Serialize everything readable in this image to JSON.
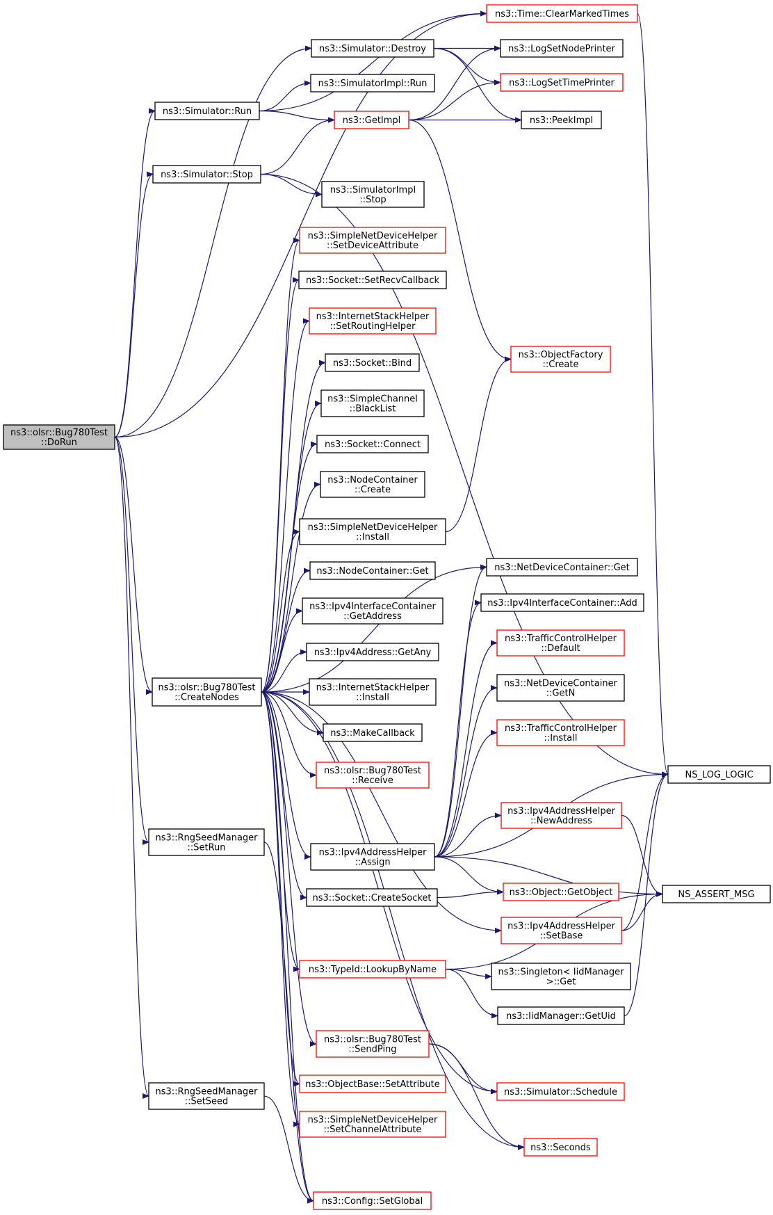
{
  "diagram": {
    "nodes": [
      {
        "id": "dorun",
        "lines": [
          "ns3::olsr::Bug780Test",
          "::DoRun"
        ],
        "style": "root"
      },
      {
        "id": "clearmarked",
        "lines": [
          "ns3::Time::ClearMarkedTimes"
        ],
        "style": "red"
      },
      {
        "id": "destroy",
        "lines": [
          "ns3::Simulator::Destroy"
        ],
        "style": "black"
      },
      {
        "id": "lognode",
        "lines": [
          "ns3::LogSetNodePrinter"
        ],
        "style": "black"
      },
      {
        "id": "logtime",
        "lines": [
          "ns3::LogSetTimePrinter"
        ],
        "style": "red"
      },
      {
        "id": "simimplrun",
        "lines": [
          "ns3::SimulatorImpl::Run"
        ],
        "style": "black"
      },
      {
        "id": "simrun",
        "lines": [
          "ns3::Simulator::Run"
        ],
        "style": "black"
      },
      {
        "id": "getimpl",
        "lines": [
          "ns3::GetImpl"
        ],
        "style": "red"
      },
      {
        "id": "peekimpl",
        "lines": [
          "ns3::PeekImpl"
        ],
        "style": "black"
      },
      {
        "id": "simstop",
        "lines": [
          "ns3::Simulator::Stop"
        ],
        "style": "black"
      },
      {
        "id": "simimplstop",
        "lines": [
          "ns3::SimulatorImpl",
          "::Stop"
        ],
        "style": "black"
      },
      {
        "id": "setdevattr",
        "lines": [
          "ns3::SimpleNetDeviceHelper",
          "::SetDeviceAttribute"
        ],
        "style": "red"
      },
      {
        "id": "setrecv",
        "lines": [
          "ns3::Socket::SetRecvCallback"
        ],
        "style": "black"
      },
      {
        "id": "setrouting",
        "lines": [
          "ns3::InternetStackHelper",
          "::SetRoutingHelper"
        ],
        "style": "red"
      },
      {
        "id": "bind",
        "lines": [
          "ns3::Socket::Bind"
        ],
        "style": "black"
      },
      {
        "id": "objfactory",
        "lines": [
          "ns3::ObjectFactory",
          "::Create"
        ],
        "style": "red"
      },
      {
        "id": "blacklist",
        "lines": [
          "ns3::SimpleChannel",
          "::BlackList"
        ],
        "style": "black"
      },
      {
        "id": "connect",
        "lines": [
          "ns3::Socket::Connect"
        ],
        "style": "black"
      },
      {
        "id": "nccreate",
        "lines": [
          "ns3::NodeContainer",
          "::Create"
        ],
        "style": "black"
      },
      {
        "id": "sndhinstall",
        "lines": [
          "ns3::SimpleNetDeviceHelper",
          "::Install"
        ],
        "style": "black"
      },
      {
        "id": "ncget",
        "lines": [
          "ns3::NodeContainer::Get"
        ],
        "style": "black"
      },
      {
        "id": "ndcget",
        "lines": [
          "ns3::NetDeviceContainer::Get"
        ],
        "style": "black"
      },
      {
        "id": "ipv4icgetaddr",
        "lines": [
          "ns3::Ipv4InterfaceContainer",
          "::GetAddress"
        ],
        "style": "black"
      },
      {
        "id": "ipv4icadd",
        "lines": [
          "ns3::Ipv4InterfaceContainer::Add"
        ],
        "style": "black"
      },
      {
        "id": "tchdefault",
        "lines": [
          "ns3::TrafficControlHelper",
          "::Default"
        ],
        "style": "red"
      },
      {
        "id": "getany",
        "lines": [
          "ns3::Ipv4Address::GetAny"
        ],
        "style": "black"
      },
      {
        "id": "createnodes",
        "lines": [
          "ns3::olsr::Bug780Test",
          "::CreateNodes"
        ],
        "style": "black"
      },
      {
        "id": "ishinstall",
        "lines": [
          "ns3::InternetStackHelper",
          "::Install"
        ],
        "style": "black"
      },
      {
        "id": "ndcgetn",
        "lines": [
          "ns3::NetDeviceContainer",
          "::GetN"
        ],
        "style": "black"
      },
      {
        "id": "makecb",
        "lines": [
          "ns3::MakeCallback"
        ],
        "style": "black"
      },
      {
        "id": "tchinstall",
        "lines": [
          "ns3::TrafficControlHelper",
          "::Install"
        ],
        "style": "red"
      },
      {
        "id": "receive",
        "lines": [
          "ns3::olsr::Bug780Test",
          "::Receive"
        ],
        "style": "red"
      },
      {
        "id": "nslog",
        "lines": [
          "NS_LOG_LOGIC"
        ],
        "style": "black"
      },
      {
        "id": "newaddr",
        "lines": [
          "ns3::Ipv4AddressHelper",
          "::NewAddress"
        ],
        "style": "red"
      },
      {
        "id": "setrun",
        "lines": [
          "ns3::RngSeedManager",
          "::SetRun"
        ],
        "style": "black"
      },
      {
        "id": "assign",
        "lines": [
          "ns3::Ipv4AddressHelper",
          "::Assign"
        ],
        "style": "black"
      },
      {
        "id": "nsassert",
        "lines": [
          "NS_ASSERT_MSG"
        ],
        "style": "black"
      },
      {
        "id": "createsocket",
        "lines": [
          "ns3::Socket::CreateSocket"
        ],
        "style": "black"
      },
      {
        "id": "getobject",
        "lines": [
          "ns3::Object::GetObject"
        ],
        "style": "red"
      },
      {
        "id": "setbase",
        "lines": [
          "ns3::Ipv4AddressHelper",
          "::SetBase"
        ],
        "style": "red"
      },
      {
        "id": "lookup",
        "lines": [
          "ns3::TypeId::LookupByName"
        ],
        "style": "red"
      },
      {
        "id": "singleton",
        "lines": [
          "ns3::Singleton< IidManager",
          ">::Get"
        ],
        "style": "black"
      },
      {
        "id": "getuid",
        "lines": [
          "ns3::IidManager::GetUid"
        ],
        "style": "black"
      },
      {
        "id": "sendping",
        "lines": [
          "ns3::olsr::Bug780Test",
          "::SendPing"
        ],
        "style": "red"
      },
      {
        "id": "setseed",
        "lines": [
          "ns3::RngSeedManager",
          "::SetSeed"
        ],
        "style": "black"
      },
      {
        "id": "setattr",
        "lines": [
          "ns3::ObjectBase::SetAttribute"
        ],
        "style": "red"
      },
      {
        "id": "schedule",
        "lines": [
          "ns3::Simulator::Schedule"
        ],
        "style": "red"
      },
      {
        "id": "setchanattr",
        "lines": [
          "ns3::SimpleNetDeviceHelper",
          "::SetChannelAttribute"
        ],
        "style": "red"
      },
      {
        "id": "seconds",
        "lines": [
          "ns3::Seconds"
        ],
        "style": "red"
      },
      {
        "id": "setglobal",
        "lines": [
          "ns3::Config::SetGlobal"
        ],
        "style": "red"
      }
    ],
    "edges": [
      [
        "dorun",
        "clearmarked"
      ],
      [
        "dorun",
        "destroy"
      ],
      [
        "dorun",
        "simrun"
      ],
      [
        "dorun",
        "simstop"
      ],
      [
        "dorun",
        "createnodes"
      ],
      [
        "dorun",
        "setrun"
      ],
      [
        "dorun",
        "setseed"
      ],
      [
        "clearmarked",
        "nslog"
      ],
      [
        "destroy",
        "lognode"
      ],
      [
        "destroy",
        "logtime"
      ],
      [
        "destroy",
        "peekimpl"
      ],
      [
        "simrun",
        "simimplrun"
      ],
      [
        "simrun",
        "getimpl"
      ],
      [
        "simrun",
        "clearmarked"
      ],
      [
        "getimpl",
        "lognode"
      ],
      [
        "getimpl",
        "logtime"
      ],
      [
        "getimpl",
        "peekimpl"
      ],
      [
        "getimpl",
        "objfactory"
      ],
      [
        "simstop",
        "getimpl"
      ],
      [
        "simstop",
        "simimplstop"
      ],
      [
        "simstop",
        "nslog"
      ],
      [
        "createnodes",
        "setdevattr"
      ],
      [
        "createnodes",
        "setrecv"
      ],
      [
        "createnodes",
        "setrouting"
      ],
      [
        "createnodes",
        "bind"
      ],
      [
        "createnodes",
        "blacklist"
      ],
      [
        "createnodes",
        "connect"
      ],
      [
        "createnodes",
        "nccreate"
      ],
      [
        "createnodes",
        "sndhinstall"
      ],
      [
        "createnodes",
        "ncget"
      ],
      [
        "createnodes",
        "ipv4icgetaddr"
      ],
      [
        "createnodes",
        "getany"
      ],
      [
        "createnodes",
        "ishinstall"
      ],
      [
        "createnodes",
        "makecb"
      ],
      [
        "createnodes",
        "receive"
      ],
      [
        "createnodes",
        "ndcget"
      ],
      [
        "createnodes",
        "assign"
      ],
      [
        "createnodes",
        "createsocket"
      ],
      [
        "createnodes",
        "setbase"
      ],
      [
        "createnodes",
        "lookup"
      ],
      [
        "createnodes",
        "schedule"
      ],
      [
        "createnodes",
        "sendping"
      ],
      [
        "createnodes",
        "setattr"
      ],
      [
        "createnodes",
        "setchanattr"
      ],
      [
        "createnodes",
        "seconds"
      ],
      [
        "createnodes",
        "setglobal"
      ],
      [
        "sndhinstall",
        "objfactory"
      ],
      [
        "assign",
        "ndcget"
      ],
      [
        "assign",
        "ipv4icadd"
      ],
      [
        "assign",
        "tchdefault"
      ],
      [
        "assign",
        "ndcgetn"
      ],
      [
        "assign",
        "tchinstall"
      ],
      [
        "assign",
        "nslog"
      ],
      [
        "assign",
        "newaddr"
      ],
      [
        "assign",
        "nsassert"
      ],
      [
        "assign",
        "getobject"
      ],
      [
        "newaddr",
        "nsassert"
      ],
      [
        "createsocket",
        "getobject"
      ],
      [
        "setbase",
        "nsassert"
      ],
      [
        "setbase",
        "nslog"
      ],
      [
        "lookup",
        "singleton"
      ],
      [
        "lookup",
        "getuid"
      ],
      [
        "lookup",
        "nsassert"
      ],
      [
        "getuid",
        "nslog"
      ],
      [
        "sendping",
        "schedule"
      ],
      [
        "sendping",
        "seconds"
      ],
      [
        "setrun",
        "setglobal"
      ],
      [
        "setseed",
        "setglobal"
      ]
    ]
  }
}
